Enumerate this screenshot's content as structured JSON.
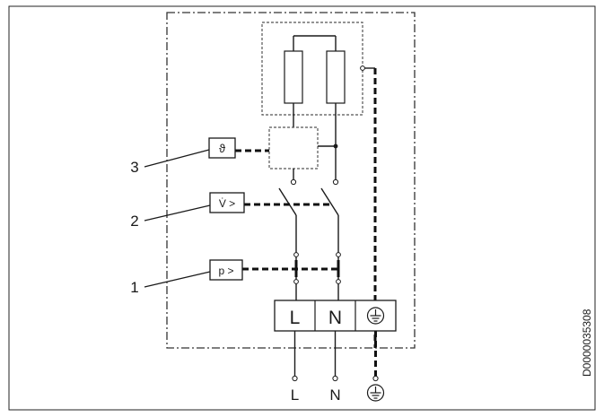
{
  "callouts": [
    {
      "number": "1",
      "sensor_label": "p >"
    },
    {
      "number": "2",
      "sensor_label": "V̇ >"
    },
    {
      "number": "3",
      "sensor_label": "ϑ"
    }
  ],
  "terminal_block": {
    "line": "L",
    "neutral": "N"
  },
  "supply": {
    "line": "L",
    "neutral": "N"
  },
  "drawing_code": "D0000035308",
  "icons": [
    "ground-icon"
  ]
}
